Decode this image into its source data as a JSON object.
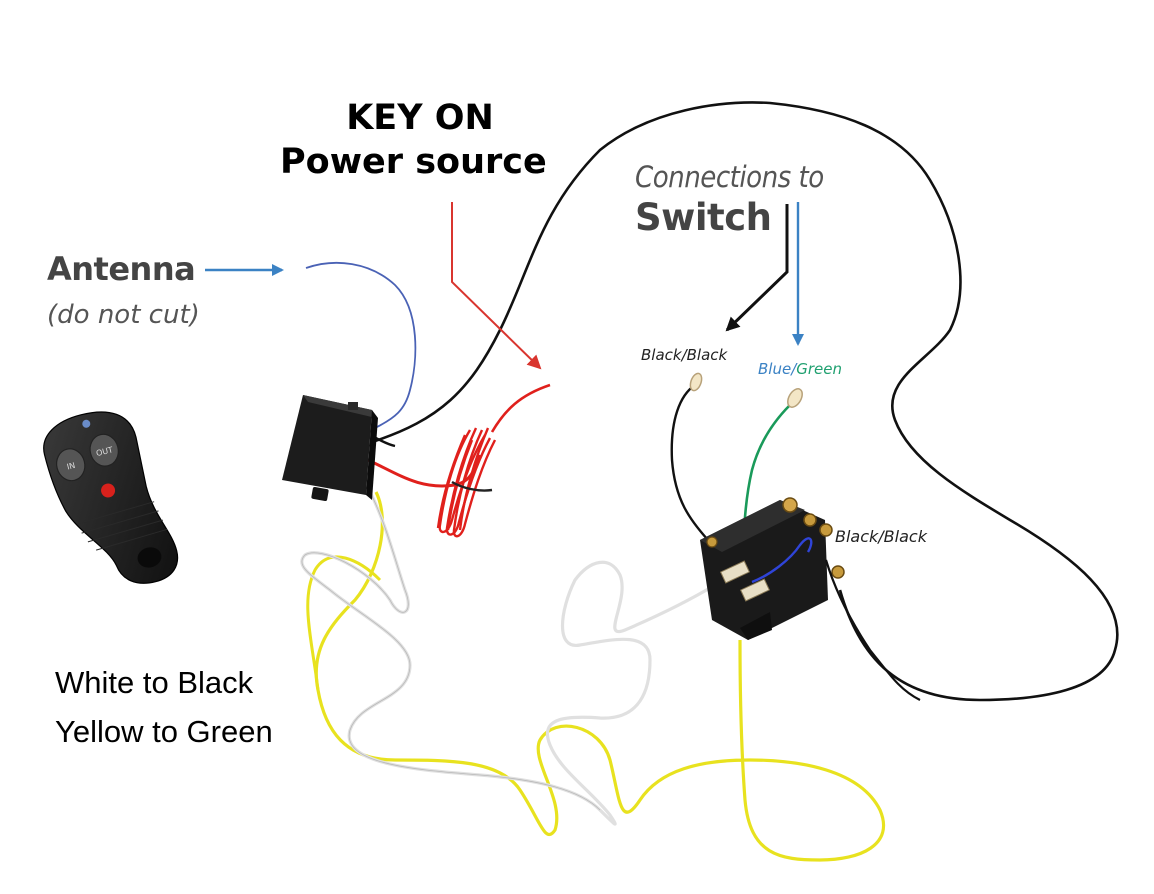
{
  "labels": {
    "key_on": "KEY ON",
    "power_source": "Power source",
    "connections_to": "Connections to",
    "switch": "Switch",
    "antenna": "Antenna",
    "do_not_cut": "(do not cut)",
    "black_black_top": "Black/Black",
    "blue": "Blue",
    "slash": "/",
    "green": "Green",
    "black_black_right": "Black/Black",
    "white_to_black": "White to Black",
    "yellow_to_green": "Yellow to Green"
  },
  "remote": {
    "button_in": "IN",
    "button_out": "OUT"
  },
  "colors": {
    "arrow_blue": "#3b82c4",
    "arrow_red": "#d9352f",
    "wire_yellow": "#e8e21f",
    "wire_white": "#e3e3e3",
    "wire_red": "#e0201c",
    "wire_black": "#111111",
    "wire_green": "#1a9a5a",
    "wire_blue": "#2f44d8",
    "label_blue": "#3b82c4",
    "label_green": "#20a070"
  }
}
